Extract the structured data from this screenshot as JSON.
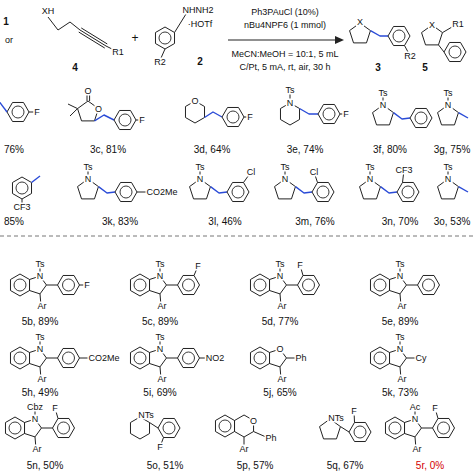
{
  "diagram": {
    "labels": [
      "1",
      "or",
      "XH",
      "R1",
      "4",
      "+",
      "NHNH2",
      "·HOTf",
      "R2",
      "2",
      "Ph3PAuCl (10%)",
      "nBu4NPF6 (1 mmol)",
      "MeCN:MeOH = 10:1, 5 mL",
      "C/Pt, 5 mA, rt, air, 30 h",
      "X",
      "3",
      "R2",
      "X",
      "R1",
      "5",
      "76%",
      "3c, 81%",
      "3d, 64%",
      "3e, 74%",
      "3f, 80%",
      "3g, 75%",
      "85%",
      "3k, 83%",
      "3l, 46%",
      "3m, 76%",
      "3n, 70%",
      "3o, 53%",
      "5b, 89%",
      "5c, 89%",
      "5d, 77%",
      "5e, 89%",
      "5h, 49%",
      "5i, 69%",
      "5j, 65%",
      "5k, 73%",
      "5n, 50%",
      "5o, 51%",
      "5p, 57%",
      "5q, 67%",
      "5r, 0%",
      "F",
      "O",
      "O",
      "F",
      "O",
      "F",
      "Ts",
      "N",
      "F",
      "Ts",
      "N",
      "Ts",
      "N",
      "CF3",
      "Ts",
      "N",
      "CO2Me",
      "Ts",
      "N",
      "Cl",
      "Ts",
      "N",
      "Cl",
      "Ts",
      "N",
      "CF3",
      "Ts",
      "N",
      "Ts",
      "N",
      "Ar",
      "F",
      "Ts",
      "N",
      "Ar",
      "F",
      "Ts",
      "N",
      "Ar",
      "F",
      "Ts",
      "N",
      "Ar",
      "Ts",
      "N",
      "Ar",
      "CO2Me",
      "Ts",
      "N",
      "Ar",
      "NO2",
      "O",
      "Ar",
      "Ph",
      "Ts",
      "N",
      "Ar",
      "Cy",
      "Cbz",
      "N",
      "Ar",
      "F",
      "NTs",
      "F",
      "O",
      "Ph",
      "Ar",
      "NTs",
      "F",
      "Ac",
      "N",
      "Ar",
      "F"
    ]
  }
}
